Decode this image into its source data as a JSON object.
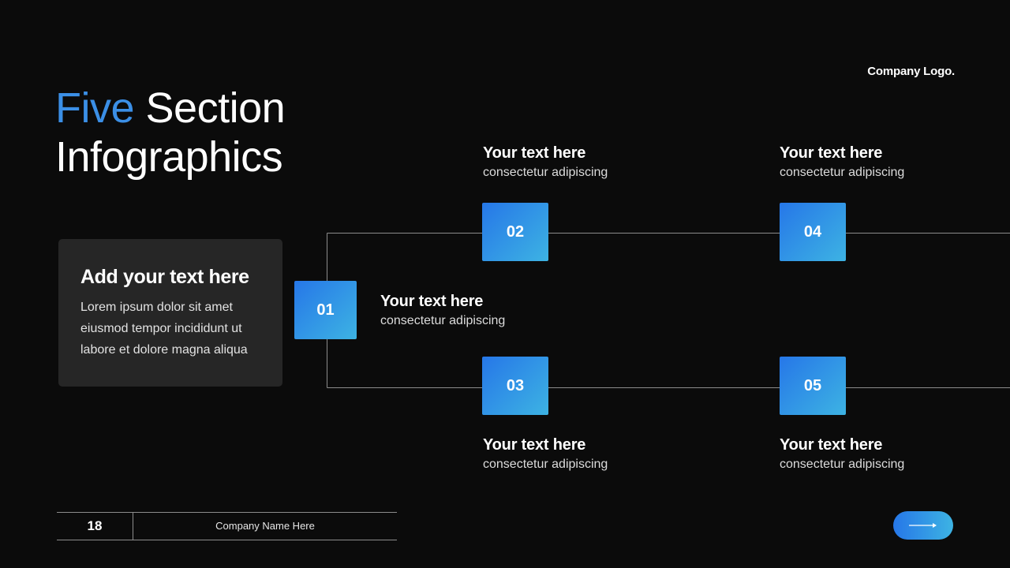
{
  "header": {
    "logo_text": "Company Logo.",
    "title_accent": "Five",
    "title_rest": " Section",
    "title_line2": "Infographics"
  },
  "lead_card": {
    "heading": "Add your text here",
    "body": "Lorem ipsum dolor sit amet eiusmod tempor incididunt ut labore et dolore magna aliqua"
  },
  "steps": [
    {
      "number": "01",
      "title": "Your text here",
      "subtitle": "consectetur adipiscing"
    },
    {
      "number": "02",
      "title": "Your text here",
      "subtitle": "consectetur adipiscing"
    },
    {
      "number": "03",
      "title": "Your text here",
      "subtitle": "consectetur adipiscing"
    },
    {
      "number": "04",
      "title": "Your text here",
      "subtitle": "consectetur adipiscing"
    },
    {
      "number": "05",
      "title": "Your text here",
      "subtitle": "consectetur adipiscing"
    }
  ],
  "footer": {
    "page_number": "18",
    "company_name": "Company Name Here",
    "next_icon": "arrow-right-icon"
  },
  "colors": {
    "background": "#0b0b0b",
    "accent": "#3b8fe6",
    "card": "#262626",
    "gradient_start": "#2677e8",
    "gradient_end": "#3db3e3",
    "connector": "#8c8c8c"
  }
}
